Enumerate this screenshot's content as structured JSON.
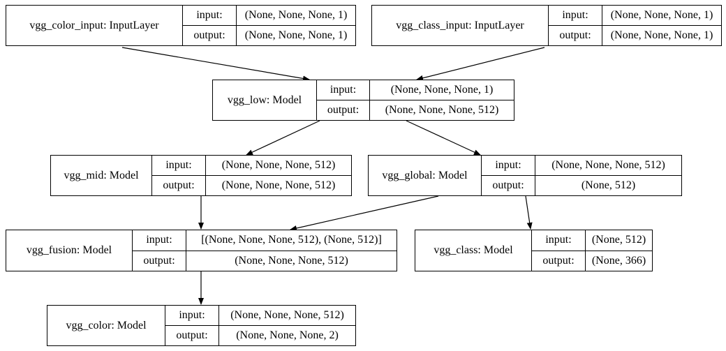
{
  "labels": {
    "input": "input:",
    "output": "output:"
  },
  "nodes": [
    {
      "id": "vgg_color_input",
      "name": "vgg_color_input: InputLayer",
      "input": "(None, None, None, 1)",
      "output": "(None, None, None, 1)"
    },
    {
      "id": "vgg_class_input",
      "name": "vgg_class_input: InputLayer",
      "input": "(None, None, None, 1)",
      "output": "(None, None, None, 1)"
    },
    {
      "id": "vgg_low",
      "name": "vgg_low: Model",
      "input": "(None, None, None, 1)",
      "output": "(None, None, None, 512)"
    },
    {
      "id": "vgg_mid",
      "name": "vgg_mid: Model",
      "input": "(None, None, None, 512)",
      "output": "(None, None, None, 512)"
    },
    {
      "id": "vgg_global",
      "name": "vgg_global: Model",
      "input": "(None, None, None, 512)",
      "output": "(None, 512)"
    },
    {
      "id": "vgg_fusion",
      "name": "vgg_fusion: Model",
      "input": "[(None, None, None, 512), (None, 512)]",
      "output": "(None, None, None, 512)"
    },
    {
      "id": "vgg_class",
      "name": "vgg_class: Model",
      "input": "(None, 512)",
      "output": "(None, 366)"
    },
    {
      "id": "vgg_color",
      "name": "vgg_color: Model",
      "input": "(None, None, None, 512)",
      "output": "(None, None, None, 2)"
    }
  ],
  "edges": [
    {
      "from": "vgg_color_input",
      "to": "vgg_low"
    },
    {
      "from": "vgg_class_input",
      "to": "vgg_low"
    },
    {
      "from": "vgg_low",
      "to": "vgg_mid"
    },
    {
      "from": "vgg_low",
      "to": "vgg_global"
    },
    {
      "from": "vgg_mid",
      "to": "vgg_fusion"
    },
    {
      "from": "vgg_global",
      "to": "vgg_fusion"
    },
    {
      "from": "vgg_global",
      "to": "vgg_class"
    },
    {
      "from": "vgg_fusion",
      "to": "vgg_color"
    }
  ]
}
